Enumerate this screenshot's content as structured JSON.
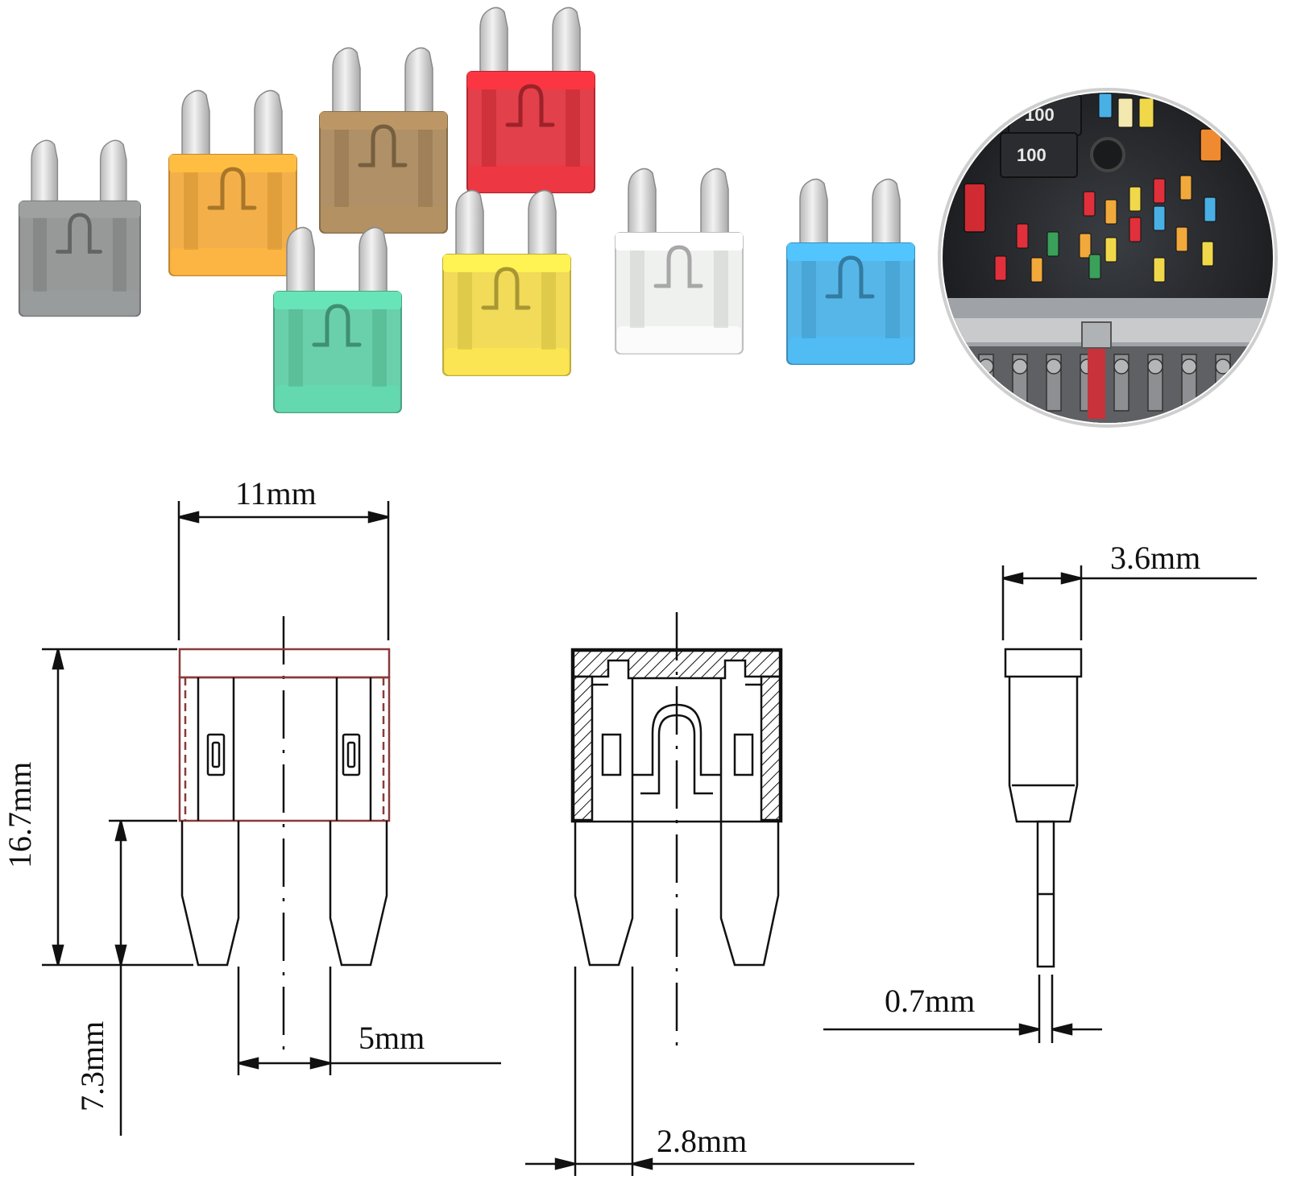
{
  "fuses": [
    {
      "name": "gray-fuse",
      "color": "#8e9090"
    },
    {
      "name": "orange-fuse",
      "color": "#f2a93b"
    },
    {
      "name": "tan-fuse",
      "color": "#a8875a"
    },
    {
      "name": "red-fuse",
      "color": "#e0303b"
    },
    {
      "name": "green-fuse",
      "color": "#5ccca4"
    },
    {
      "name": "yellow-fuse",
      "color": "#f0d84a"
    },
    {
      "name": "clear-fuse",
      "color": "#eef0ee"
    },
    {
      "name": "blue-fuse",
      "color": "#49b0e6"
    }
  ],
  "fuse_box_photo": {
    "relay_labels": [
      "100",
      "100"
    ]
  },
  "dimensions": {
    "width": "11mm",
    "height": "16.7mm",
    "blade_length": "7.3mm",
    "blade_spacing": "5mm",
    "blade_width": "2.8mm",
    "thickness": "3.6mm",
    "blade_thickness": "0.7mm"
  },
  "colors": {
    "outline_red": "#8a3a3a",
    "line_black": "#111111"
  }
}
